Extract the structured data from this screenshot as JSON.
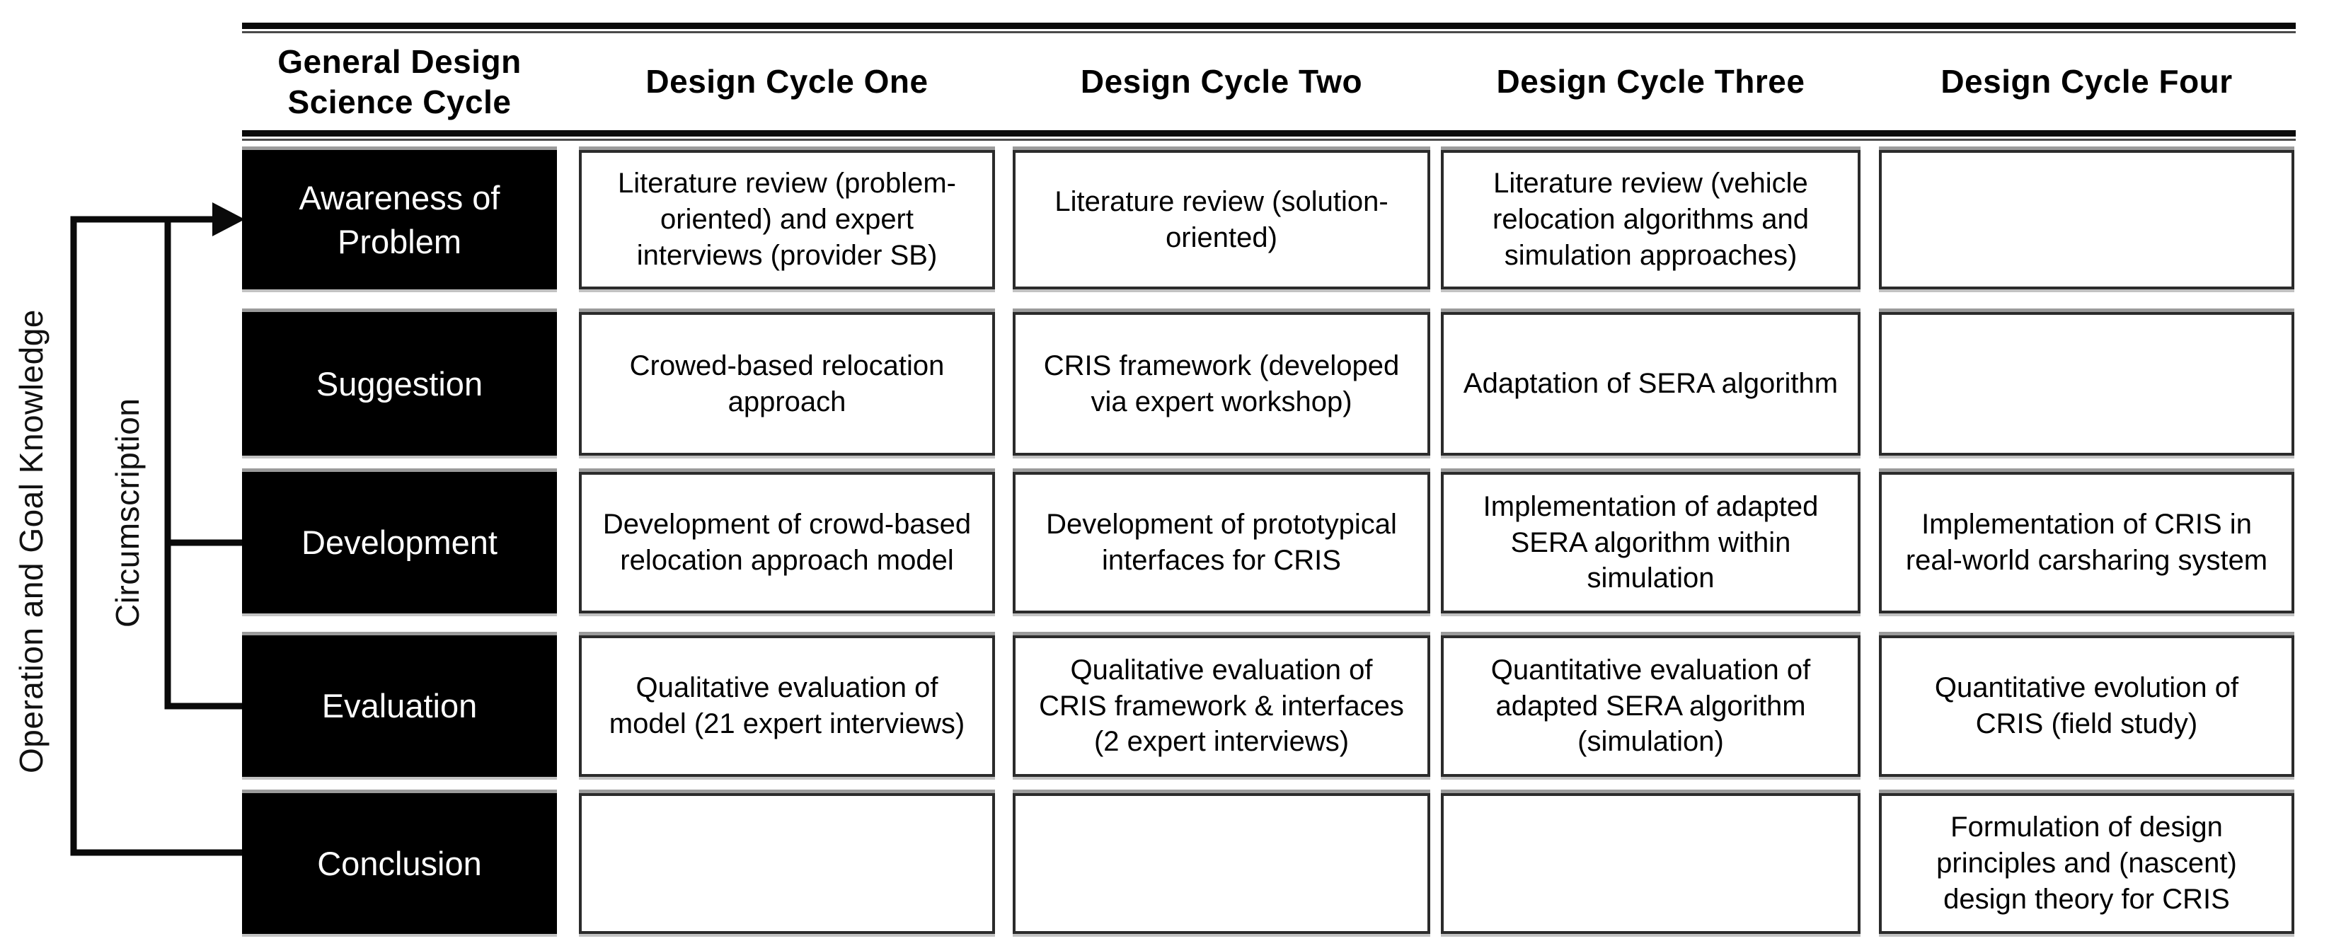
{
  "figure": {
    "loop_labels": {
      "outer": "Operation and Goal Knowledge",
      "inner": "Circumscription"
    }
  },
  "table": {
    "headers": [
      "General Design Science Cycle",
      "Design Cycle One",
      "Design Cycle Two",
      "Design Cycle Three",
      "Design Cycle Four"
    ],
    "rows": [
      {
        "label": "Awareness of Problem",
        "cells": [
          "Literature review (problem-oriented) and expert interviews (provider SB)",
          "Literature review (solution-oriented)",
          "Literature review (vehicle relocation algorithms and simulation approaches)",
          ""
        ]
      },
      {
        "label": "Suggestion",
        "cells": [
          "Crowed-based relocation approach",
          "CRIS framework (developed via expert workshop)",
          "Adaptation of SERA algorithm",
          ""
        ]
      },
      {
        "label": "Development",
        "cells": [
          "Development of crowd-based relocation approach model",
          "Development of prototypical interfaces for CRIS",
          "Implementation of adapted SERA algorithm within simulation",
          "Implementation of CRIS in real-world carsharing system"
        ]
      },
      {
        "label": "Evaluation",
        "cells": [
          "Qualitative evaluation of model (21 expert interviews)",
          "Qualitative evaluation of CRIS framework & interfaces (2 expert interviews)",
          "Quantitative evaluation of adapted SERA algorithm (simulation)",
          "Quantitative evolution of CRIS (field study)"
        ]
      },
      {
        "label": "Conclusion",
        "cells": [
          "",
          "",
          "",
          "Formulation of design principles and (nascent) design theory for CRIS"
        ]
      }
    ]
  },
  "colors": {
    "ink": "#000000",
    "paper": "#ffffff",
    "cell_border": "#2b2b2b",
    "edge_shadow": "#9b9b9b"
  }
}
